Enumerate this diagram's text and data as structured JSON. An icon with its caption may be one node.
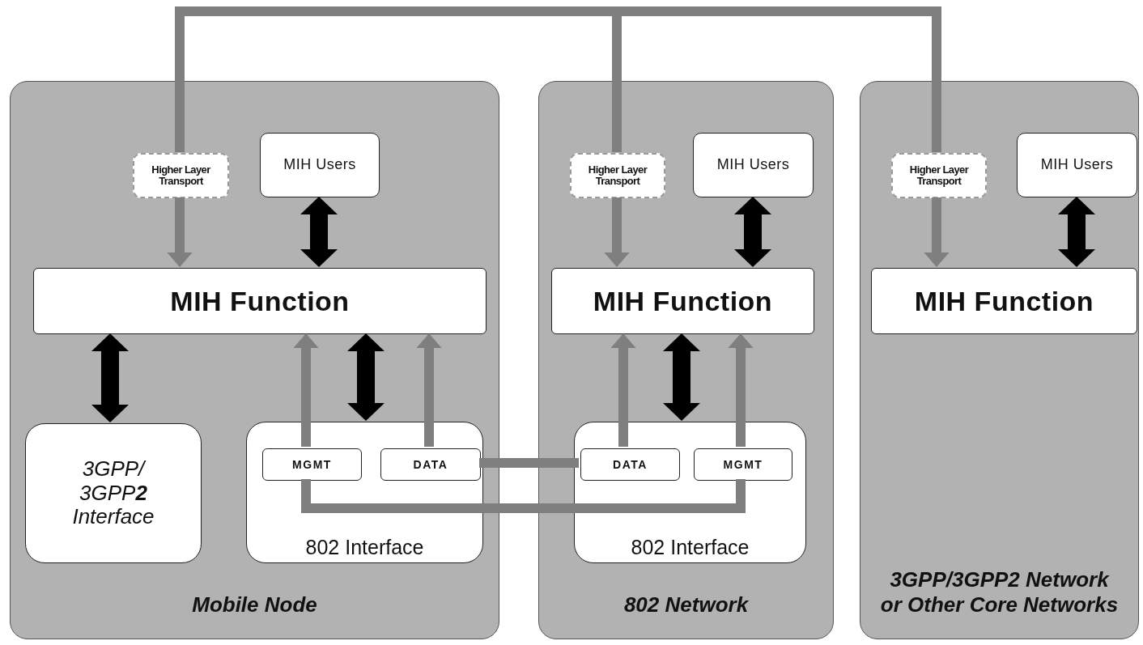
{
  "diagram": {
    "nodes": [
      {
        "text": [
          "Mobile Node"
        ]
      },
      {
        "text": [
          "802 Network"
        ]
      },
      {
        "text": [
          "3GPP/3GPP2 Network or Other Core Networks"
        ]
      },
      {
        "text": [
          "Higher Layer Transport"
        ],
        "in": 0
      },
      {
        "text": [
          "MIH Users"
        ],
        "in": 0
      },
      {
        "text": [
          "MIH Function"
        ],
        "in": 0
      },
      {
        "text": [
          "3GPP/ 3GPP**2** Interface"
        ],
        "in": 0
      },
      {
        "text": [
          "802 Interface"
        ],
        "in": 0
      },
      {
        "text": [
          "MGMT"
        ],
        "in": 7
      },
      {
        "text": [
          "DATA"
        ],
        "in": 7
      },
      {
        "text": [
          "Higher Layer Transport"
        ],
        "in": 1
      },
      {
        "text": [
          "MIH Users"
        ],
        "in": 1
      },
      {
        "text": [
          "MIH Function"
        ],
        "in": 1
      },
      {
        "text": [
          "802 Interface"
        ],
        "in": 1
      },
      {
        "text": [
          "DATA"
        ],
        "in": 13
      },
      {
        "text": [
          "MGMT"
        ],
        "in": 13
      },
      {
        "text": [
          "Higher Layer Transport"
        ],
        "in": 2
      },
      {
        "text": [
          "MIH Users"
        ],
        "in": 2
      },
      {
        "text": [
          "MIH Function"
        ],
        "in": 2
      }
    ],
    "edges": [
      {
        "from": 3,
        "to": 10,
        "arrow": "none"
      },
      {
        "from": 10,
        "to": 16,
        "arrow": "none"
      },
      {
        "from": 3,
        "to": 5,
        "arrow": "to"
      },
      {
        "from": 10,
        "to": 12,
        "arrow": "to"
      },
      {
        "from": 16,
        "to": 18,
        "arrow": "to"
      },
      {
        "from": 4,
        "to": 5,
        "arrow": "both",
        "style": "thick",
        "color": "#000000"
      },
      {
        "from": 11,
        "to": 12,
        "arrow": "both",
        "style": "thick",
        "color": "#000000"
      },
      {
        "from": 17,
        "to": 18,
        "arrow": "both",
        "style": "thick",
        "color": "#000000"
      },
      {
        "from": 5,
        "to": 6,
        "arrow": "both",
        "style": "thick",
        "color": "#000000"
      },
      {
        "from": 5,
        "to": 7,
        "arrow": "both",
        "style": "thick",
        "color": "#000000"
      },
      {
        "from": 8,
        "to": 5,
        "arrow": "to"
      },
      {
        "from": 9,
        "to": 5,
        "arrow": "to"
      },
      {
        "from": 14,
        "to": 12,
        "arrow": "to"
      },
      {
        "from": 15,
        "to": 12,
        "arrow": "to"
      },
      {
        "from": 9,
        "to": 14,
        "arrow": "none"
      },
      {
        "from": 8,
        "to": 15,
        "arrow": "none"
      },
      {
        "from": 12,
        "to": 13,
        "arrow": "both",
        "style": "thick",
        "color": "#000000"
      }
    ]
  }
}
